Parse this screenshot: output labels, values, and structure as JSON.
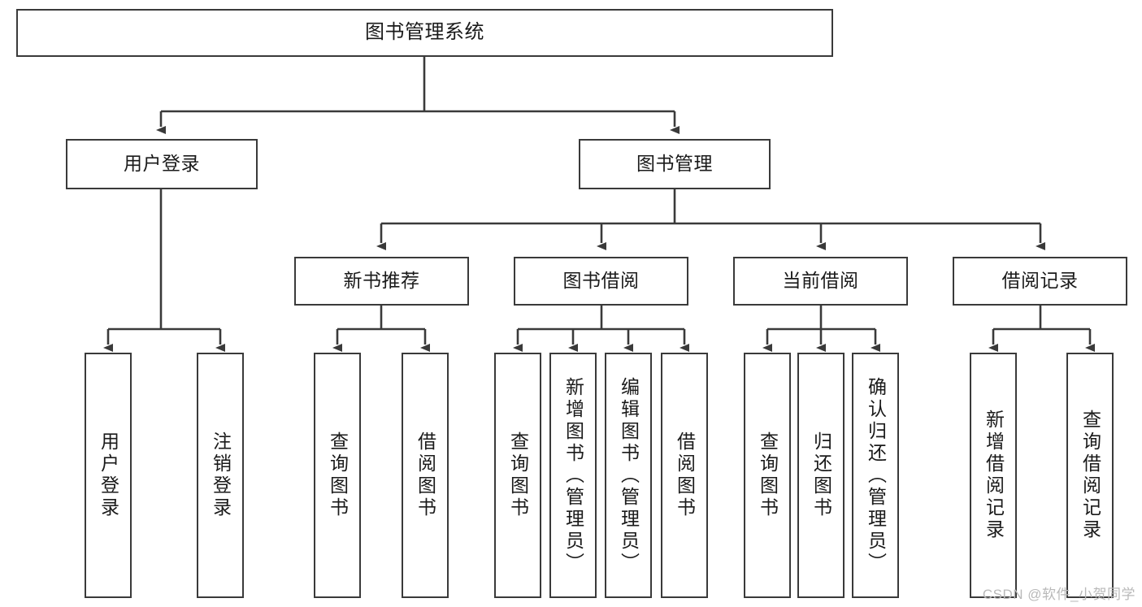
{
  "diagram": {
    "title": "图书管理系统",
    "type": "tree",
    "watermark": "CSDN @软件_小贺同学",
    "colors": {
      "box_border": "#3a3a3a",
      "box_fill": "#ffffff",
      "edge": "#3a3a3a",
      "text": "#1a1a1a",
      "watermark": "#b9b9b9"
    },
    "levels": {
      "root": {
        "label": "图书管理系统"
      },
      "level1": [
        {
          "id": "user-login",
          "label": "用户登录"
        },
        {
          "id": "book-manage",
          "label": "图书管理"
        }
      ],
      "level2": [
        {
          "id": "new-book-recommend",
          "label": "新书推荐"
        },
        {
          "id": "book-borrow",
          "label": "图书借阅"
        },
        {
          "id": "current-borrow",
          "label": "当前借阅"
        },
        {
          "id": "borrow-record",
          "label": "借阅记录"
        }
      ],
      "leaves": {
        "user-login": [
          {
            "id": "leaf-user-login",
            "label": "用户登录"
          },
          {
            "id": "leaf-logout",
            "label": "注销登录"
          }
        ],
        "new-book-recommend": [
          {
            "id": "leaf-query-book-1",
            "label": "查询图书"
          },
          {
            "id": "leaf-borrow-book-1",
            "label": "借阅图书"
          }
        ],
        "book-borrow": [
          {
            "id": "leaf-query-book-2",
            "label": "查询图书"
          },
          {
            "id": "leaf-add-book",
            "label": "新增图书（管理员）"
          },
          {
            "id": "leaf-edit-book",
            "label": "编辑图书（管理员）"
          },
          {
            "id": "leaf-borrow-book-2",
            "label": "借阅图书"
          }
        ],
        "current-borrow": [
          {
            "id": "leaf-query-book-3",
            "label": "查询图书"
          },
          {
            "id": "leaf-return-book",
            "label": "归还图书"
          },
          {
            "id": "leaf-confirm-return",
            "label": "确认归还（管理员）"
          }
        ],
        "borrow-record": [
          {
            "id": "leaf-add-record",
            "label": "新增借阅记录"
          },
          {
            "id": "leaf-query-record",
            "label": "查询借阅记录"
          }
        ]
      }
    }
  }
}
